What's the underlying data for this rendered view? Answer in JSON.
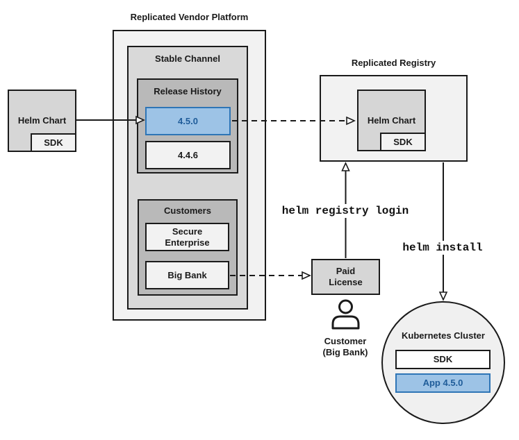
{
  "colors": {
    "highlight_fill": "#9dc3e6",
    "highlight_border": "#2e75b6",
    "highlight_text": "#1f5c99"
  },
  "platform": {
    "title": "Replicated Vendor Platform",
    "stable_channel": {
      "label": "Stable Channel",
      "release_history": {
        "label": "Release History",
        "versions": [
          {
            "label": "4.5.0",
            "highlighted": true
          },
          {
            "label": "4.4.6",
            "highlighted": false
          }
        ]
      },
      "customers": {
        "label": "Customers",
        "items": [
          {
            "label": "Secure Enterprise"
          },
          {
            "label": "Big Bank"
          }
        ]
      }
    }
  },
  "source_chart": {
    "label": "Helm Chart",
    "sdk_label": "SDK"
  },
  "registry": {
    "title": "Replicated Registry",
    "chart_label": "Helm Chart",
    "sdk_label": "SDK"
  },
  "license": {
    "label": "Paid License"
  },
  "customer": {
    "line1": "Customer",
    "line2": "(Big Bank)"
  },
  "commands": {
    "registry_login": "helm registry login",
    "install": "helm install"
  },
  "cluster": {
    "title": "Kubernetes Cluster",
    "sdk_label": "SDK",
    "app_label": "App 4.5.0"
  }
}
